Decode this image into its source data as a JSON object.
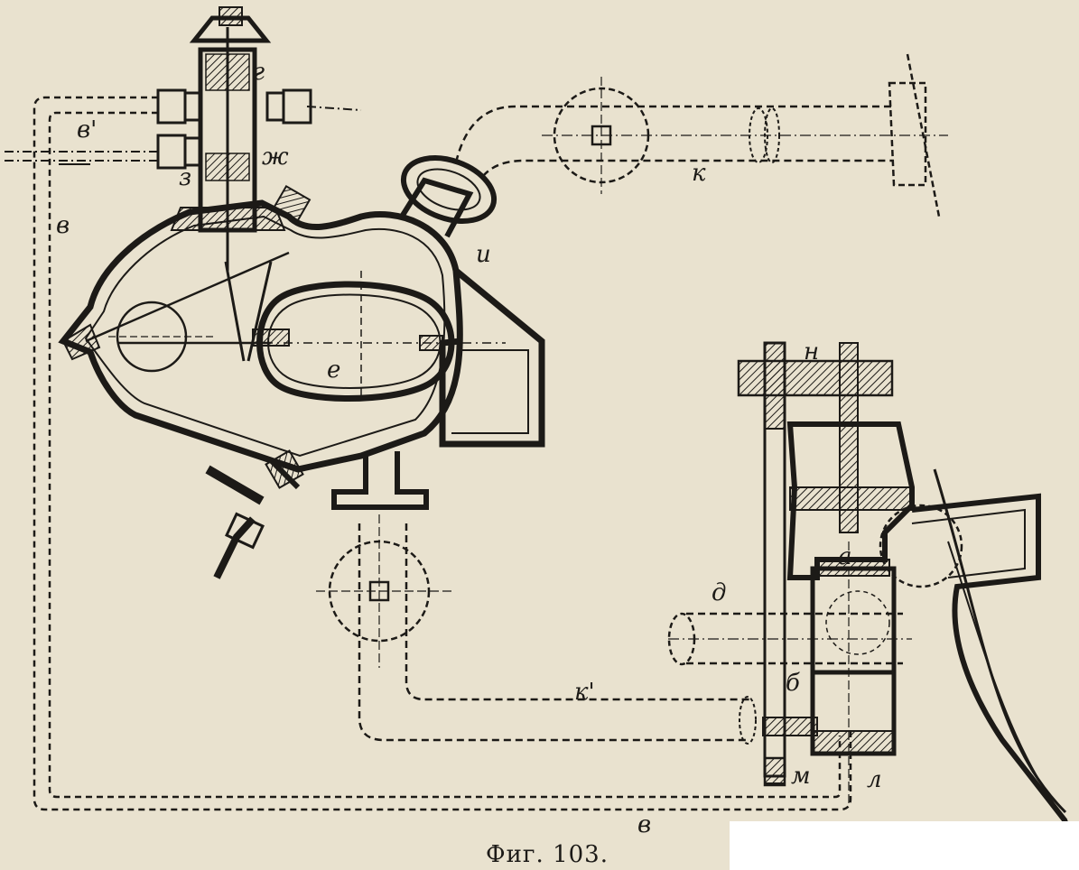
{
  "caption": "Фиг. 103.",
  "labels": {
    "v_prime": "в'",
    "g": "г",
    "zh": "ж",
    "z": "з",
    "v_left": "в",
    "i": "и",
    "e": "е",
    "k": "к",
    "n": "н",
    "a": "а",
    "d": "д",
    "b": "б",
    "k_prime": "к'",
    "m": "м",
    "l": "л",
    "v_bottom": "в"
  },
  "background_text": [
    "",
    "",
    "",
    "",
    "",
    "",
    "",
    "",
    "",
    "",
    "",
    ""
  ]
}
